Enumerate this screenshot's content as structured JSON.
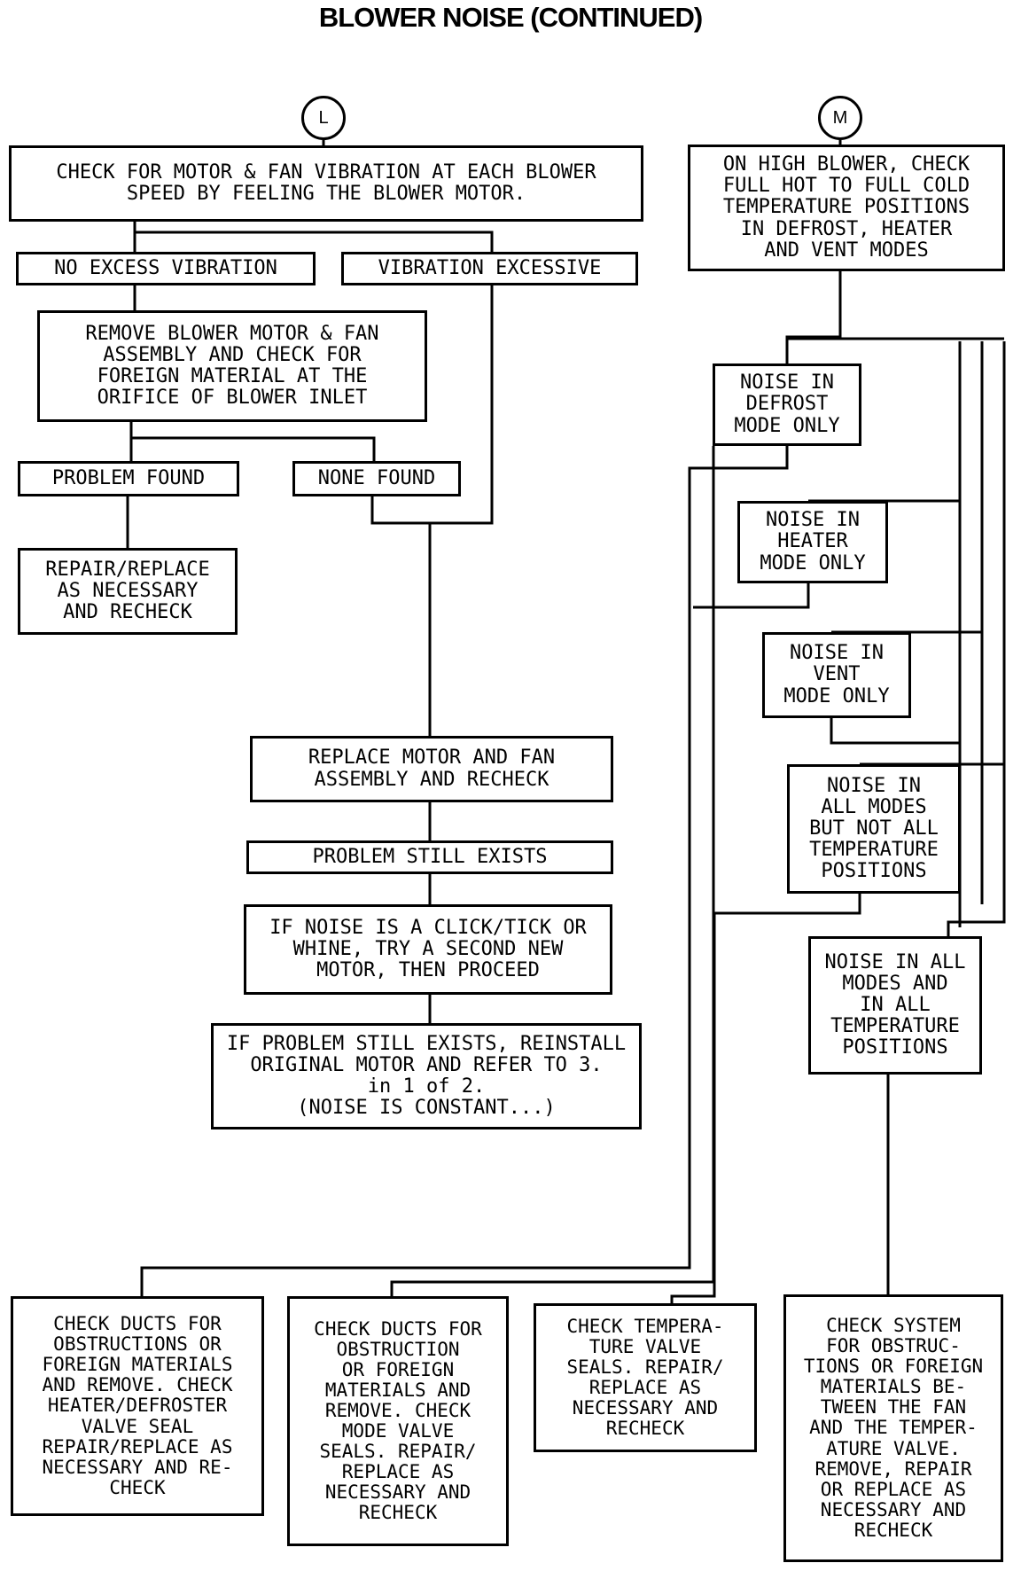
{
  "title": "BLOWER NOISE (CONTINUED)",
  "connectors": {
    "l": "L",
    "m": "M"
  },
  "left": {
    "check_vibration": "CHECK FOR MOTOR & FAN VIBRATION AT EACH BLOWER\nSPEED BY FEELING THE BLOWER MOTOR.",
    "no_excess_vibration": "NO EXCESS VIBRATION",
    "vibration_excessive": "VIBRATION EXCESSIVE",
    "remove_blower": "REMOVE BLOWER MOTOR & FAN\nASSEMBLY AND CHECK FOR\nFOREIGN MATERIAL AT THE\nORIFICE OF BLOWER INLET",
    "problem_found": "PROBLEM FOUND",
    "none_found": "NONE FOUND",
    "repair_replace": "REPAIR/REPLACE\nAS NECESSARY\nAND RECHECK",
    "replace_motor": "REPLACE MOTOR AND FAN\nASSEMBLY AND RECHECK",
    "problem_still_exists": "PROBLEM STILL EXISTS",
    "if_noise_click": "IF NOISE IS A CLICK/TICK OR\nWHINE, TRY A SECOND NEW\nMOTOR, THEN PROCEED",
    "if_problem_reinstall": "IF PROBLEM STILL EXISTS, REINSTALL\nORIGINAL MOTOR AND REFER TO  3.\nin 1 of 2.\n(NOISE IS CONSTANT...)"
  },
  "right": {
    "on_high_blower": "ON HIGH BLOWER, CHECK\nFULL HOT TO FULL COLD\nTEMPERATURE POSITIONS\nIN DEFROST, HEATER\nAND VENT MODES",
    "noise_defrost": "NOISE IN\nDEFROST\nMODE ONLY",
    "noise_heater": "NOISE IN\nHEATER\nMODE ONLY",
    "noise_vent": "NOISE IN\nVENT\nMODE ONLY",
    "noise_all_modes_not_all_temp": "NOISE IN\nALL MODES\nBUT NOT ALL\nTEMPERATURE\nPOSITIONS",
    "noise_all_modes_all_temp": "NOISE IN ALL\nMODES AND\nIN ALL\nTEMPERATURE\nPOSITIONS"
  },
  "bottom": {
    "check_ducts_heater": "CHECK DUCTS FOR\nOBSTRUCTIONS OR\nFOREIGN MATERIALS\nAND REMOVE. CHECK\nHEATER/DEFROSTER\nVALVE SEAL\nREPAIR/REPLACE AS\nNECESSARY AND RE-\nCHECK",
    "check_ducts_mode": "CHECK DUCTS FOR\nOBSTRUCTION\nOR FOREIGN\nMATERIALS AND\nREMOVE. CHECK\nMODE VALVE\nSEALS. REPAIR/\nREPLACE AS\nNECESSARY AND\nRECHECK",
    "check_temp_valve": "CHECK TEMPERA-\nTURE VALVE\nSEALS. REPAIR/\nREPLACE AS\nNECESSARY AND\nRECHECK",
    "check_system": "CHECK SYSTEM\nFOR OBSTRUC-\nTIONS OR FOREIGN\nMATERIALS BE-\nTWEEN THE FAN\nAND THE TEMPER-\nATURE VALVE.\nREMOVE, REPAIR\nOR REPLACE AS\nNECESSARY AND\nRECHECK"
  }
}
